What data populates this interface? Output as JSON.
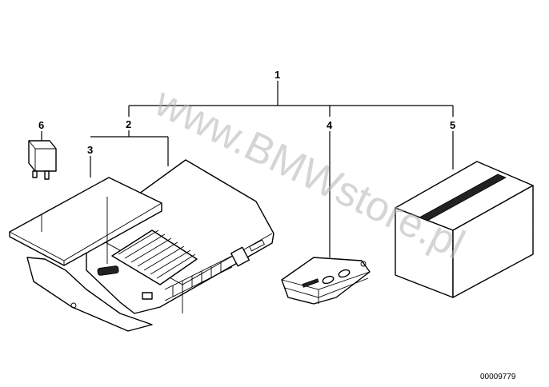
{
  "callouts": {
    "c1": "1",
    "c2": "2",
    "c3": "3",
    "c4": "4",
    "c5": "5",
    "c6": "6"
  },
  "watermark": "www.BMWstore.pl",
  "reference_number": "00009779"
}
